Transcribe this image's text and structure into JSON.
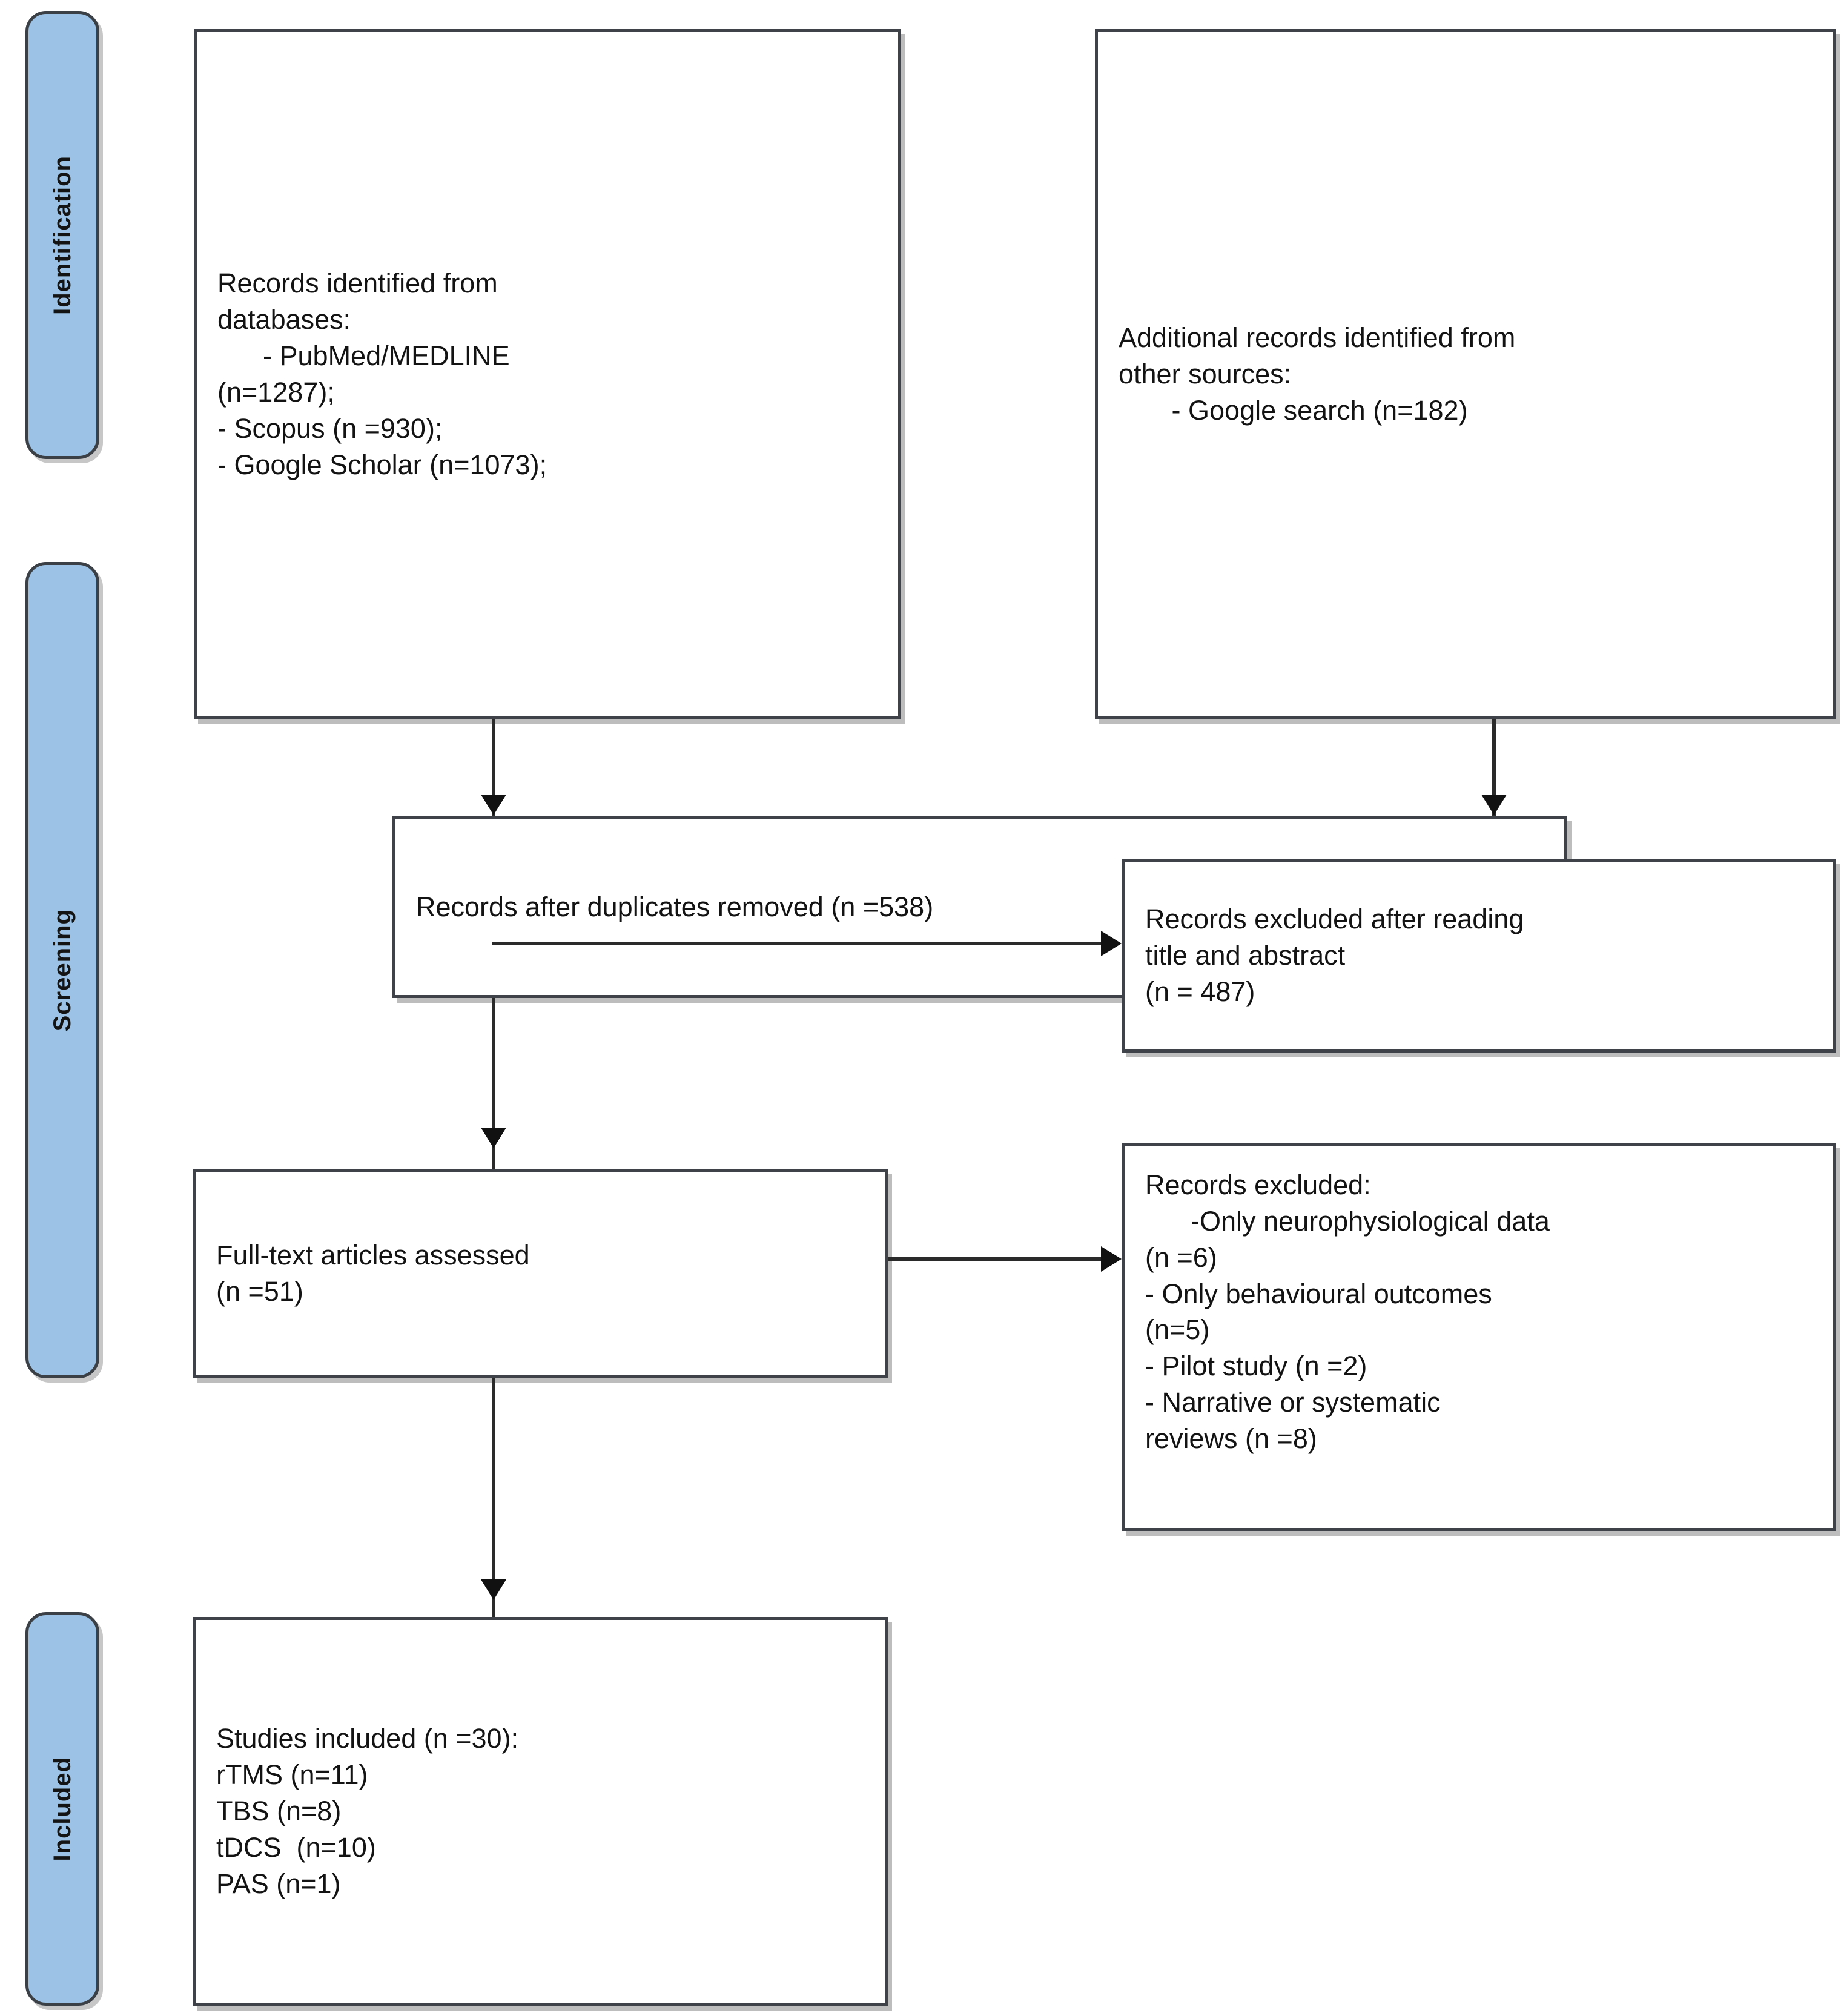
{
  "diagram": {
    "title": "PRISMA study selection flow diagram",
    "accent_color": "#9CC3E5",
    "border_color": "#3F4349",
    "connector_color": "#2A2A2A"
  },
  "stages": [
    {
      "id": "identification",
      "label": "Identification"
    },
    {
      "id": "screening",
      "label": "Screening"
    },
    {
      "id": "included",
      "label": "Included"
    }
  ],
  "boxes": {
    "records_identified": {
      "text": "Records identified from\ndatabases:\n      - PubMed/MEDLINE\n(n=1287);\n- Scopus (n =930);\n- Google Scholar (n=1073);"
    },
    "additional_records": {
      "text": "Additional records identified from\nother sources:\n       - Google search (n=182)"
    },
    "duplicates_removed": {
      "text": "Records after duplicates removed (n =538)"
    },
    "excluded_title_abstract": {
      "text": "Records excluded after reading\ntitle and abstract\n(n = 487)"
    },
    "fulltext_assessed": {
      "text": "Full-text articles assessed\n(n =51)"
    },
    "excluded_fulltext": {
      "text": "Records excluded:\n      -Only neurophysiological data\n(n =6)\n- Only behavioural outcomes\n(n=5)\n- Pilot study (n =2)\n- Narrative or systematic\nreviews (n =8)"
    },
    "studies_included": {
      "text": "Studies included (n =30):\nrTMS (n=11)\nTBS (n=8)\ntDCS  (n=10)\nPAS (n=1)"
    }
  },
  "chart_data": {
    "type": "diagram",
    "title": "PRISMA flow diagram",
    "nodes": [
      {
        "id": "records_identified",
        "stage": "Identification",
        "label": "Records identified from databases",
        "sources": [
          {
            "name": "PubMed/MEDLINE",
            "n": 1287
          },
          {
            "name": "Scopus",
            "n": 930
          },
          {
            "name": "Google Scholar",
            "n": 1073
          }
        ]
      },
      {
        "id": "additional_records",
        "stage": "Identification",
        "label": "Additional records identified from other sources",
        "sources": [
          {
            "name": "Google search",
            "n": 182
          }
        ]
      },
      {
        "id": "duplicates_removed",
        "stage": "Screening",
        "label": "Records after duplicates removed",
        "n": 538
      },
      {
        "id": "excluded_title_abstract",
        "stage": "Screening",
        "label": "Records excluded after reading title and abstract",
        "n": 487
      },
      {
        "id": "fulltext_assessed",
        "stage": "Screening",
        "label": "Full-text articles assessed",
        "n": 51
      },
      {
        "id": "excluded_fulltext",
        "stage": "Screening",
        "label": "Records excluded",
        "reasons": [
          {
            "name": "Only neurophysiological data",
            "n": 6
          },
          {
            "name": "Only behavioural outcomes",
            "n": 5
          },
          {
            "name": "Pilot study",
            "n": 2
          },
          {
            "name": "Narrative or systematic reviews",
            "n": 8
          }
        ]
      },
      {
        "id": "studies_included",
        "stage": "Included",
        "label": "Studies included",
        "n": 30,
        "breakdown": [
          {
            "name": "rTMS",
            "n": 11
          },
          {
            "name": "TBS",
            "n": 8
          },
          {
            "name": "tDCS",
            "n": 10
          },
          {
            "name": "PAS",
            "n": 1
          }
        ]
      }
    ],
    "edges": [
      {
        "from": "records_identified",
        "to": "duplicates_removed"
      },
      {
        "from": "additional_records",
        "to": "duplicates_removed"
      },
      {
        "from": "duplicates_removed",
        "to": "excluded_title_abstract"
      },
      {
        "from": "duplicates_removed",
        "to": "fulltext_assessed"
      },
      {
        "from": "fulltext_assessed",
        "to": "excluded_fulltext"
      },
      {
        "from": "fulltext_assessed",
        "to": "studies_included"
      }
    ]
  }
}
